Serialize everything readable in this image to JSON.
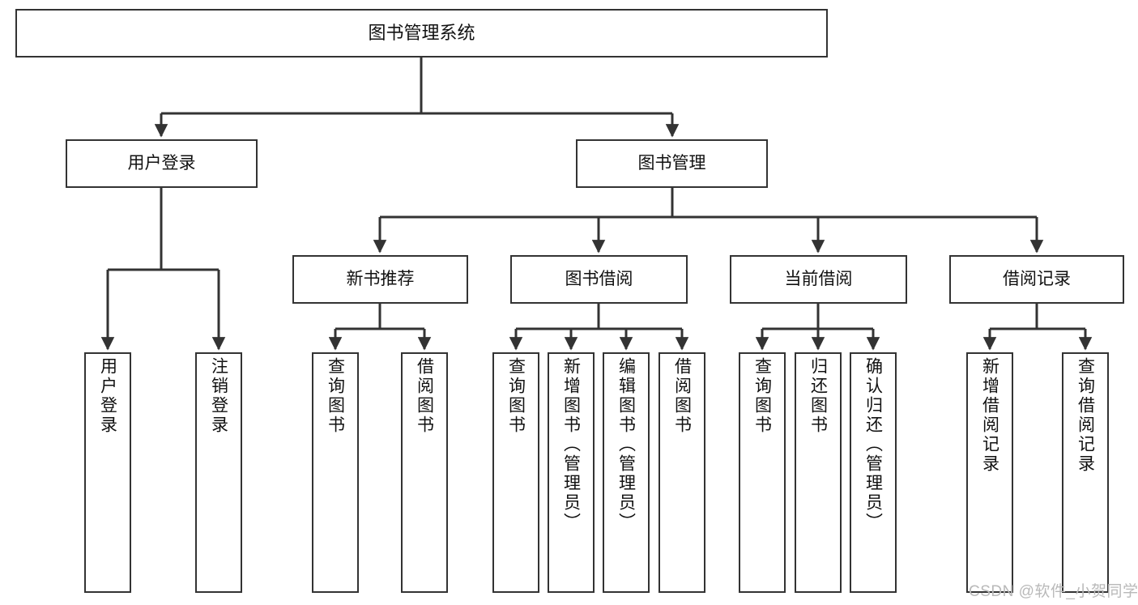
{
  "diagram": {
    "title": "图书管理系统",
    "watermark": "CSDN @软件_小贺同学",
    "colors": {
      "stroke": "#333333",
      "background": "#ffffff",
      "text": "#111111",
      "watermark": "#b9b9b9"
    },
    "levels": {
      "root": {
        "label": "图书管理系统"
      },
      "tier2": [
        {
          "label": "用户登录"
        },
        {
          "label": "图书管理"
        }
      ],
      "tier3": [
        {
          "label": "新书推荐"
        },
        {
          "label": "图书借阅"
        },
        {
          "label": "当前借阅"
        },
        {
          "label": "借阅记录"
        }
      ],
      "leaves": {
        "user_login": [
          {
            "label": "用户登录"
          },
          {
            "label": "注销登录"
          }
        ],
        "new_book_recommend": [
          {
            "label": "查询图书"
          },
          {
            "label": "借阅图书"
          }
        ],
        "book_borrow": [
          {
            "label": "查询图书"
          },
          {
            "label": "新增图书（管理员）"
          },
          {
            "label": "编辑图书（管理员）"
          },
          {
            "label": "借阅图书"
          }
        ],
        "current_borrow": [
          {
            "label": "查询图书"
          },
          {
            "label": "归还图书"
          },
          {
            "label": "确认归还（管理员）"
          }
        ],
        "borrow_records": [
          {
            "label": "新增借阅记录"
          },
          {
            "label": "查询借阅记录"
          }
        ]
      }
    }
  }
}
